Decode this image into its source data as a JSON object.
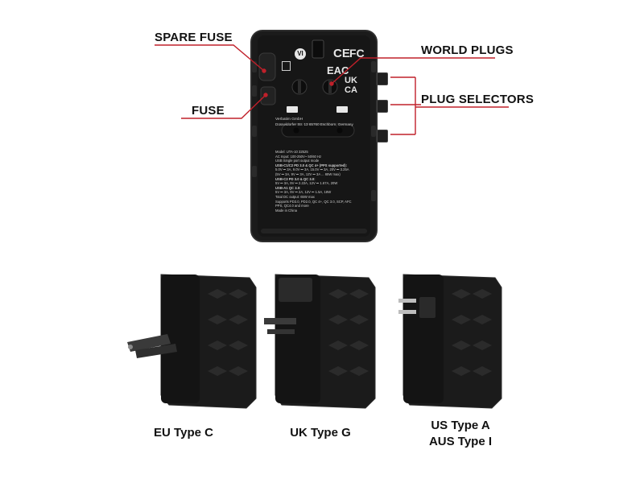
{
  "callouts": {
    "spare_fuse": "SPARE FUSE",
    "fuse": "FUSE",
    "world_plugs": "WORLD PLUGS",
    "plug_selectors": "PLUG SELECTORS"
  },
  "variants": [
    {
      "caption_line1": "EU Type C",
      "caption_line2": ""
    },
    {
      "caption_line1": "UK Type G",
      "caption_line2": ""
    },
    {
      "caption_line1": "US Type A",
      "caption_line2": "AUS Type I"
    }
  ],
  "device_label": {
    "company": "Verbatim GmbH",
    "address": "Düsseldorfer Str. 13 65760 Eschborn, Germany",
    "lines": [
      "Model: UTA-10 32525",
      "AC Input: 100-250V~ 50/60 Hz",
      "USB Single port output mode",
      "USB-C1/C2 PD 3.0 & QC 4+ (PPS supported):",
      "5.0V ⎓ 3A, 9.0V ⎓ 3A, 15.0V ⎓ 3A, 20V ⎓ 3.25A",
      "(5V ⎓ 3A, 9V ⎓ 3A, 12V ⎓ 3A ... 65W max)",
      "USB-C3 PD 3.0 & QC 3.0:",
      "5V ⎓ 3A, 9V ⎓ 2.22A, 12V ⎓ 1.67A, 20W",
      "USB-A1 QC 3.0:",
      "5V ⎓ 3A, 9V ⎓ 2A, 12V ⎓ 1.5A, 18W",
      "Total DC output: 65W max",
      "Supports PD3.0, PD2.0, QC 4+, QC 3.0, SCP, AFC",
      "PPS, QC4.0 and more",
      "Made in China"
    ]
  },
  "cert_marks": {
    "ce": "CE",
    "fc": "FC",
    "eac": "EAC",
    "ukca_top": "UK",
    "ukca_bottom": "CA",
    "class": "VI"
  },
  "colors": {
    "callout_line": "#c0202a",
    "device_body": "#1a1a1a",
    "device_edge": "#2b2b2b",
    "text": "#111111"
  }
}
